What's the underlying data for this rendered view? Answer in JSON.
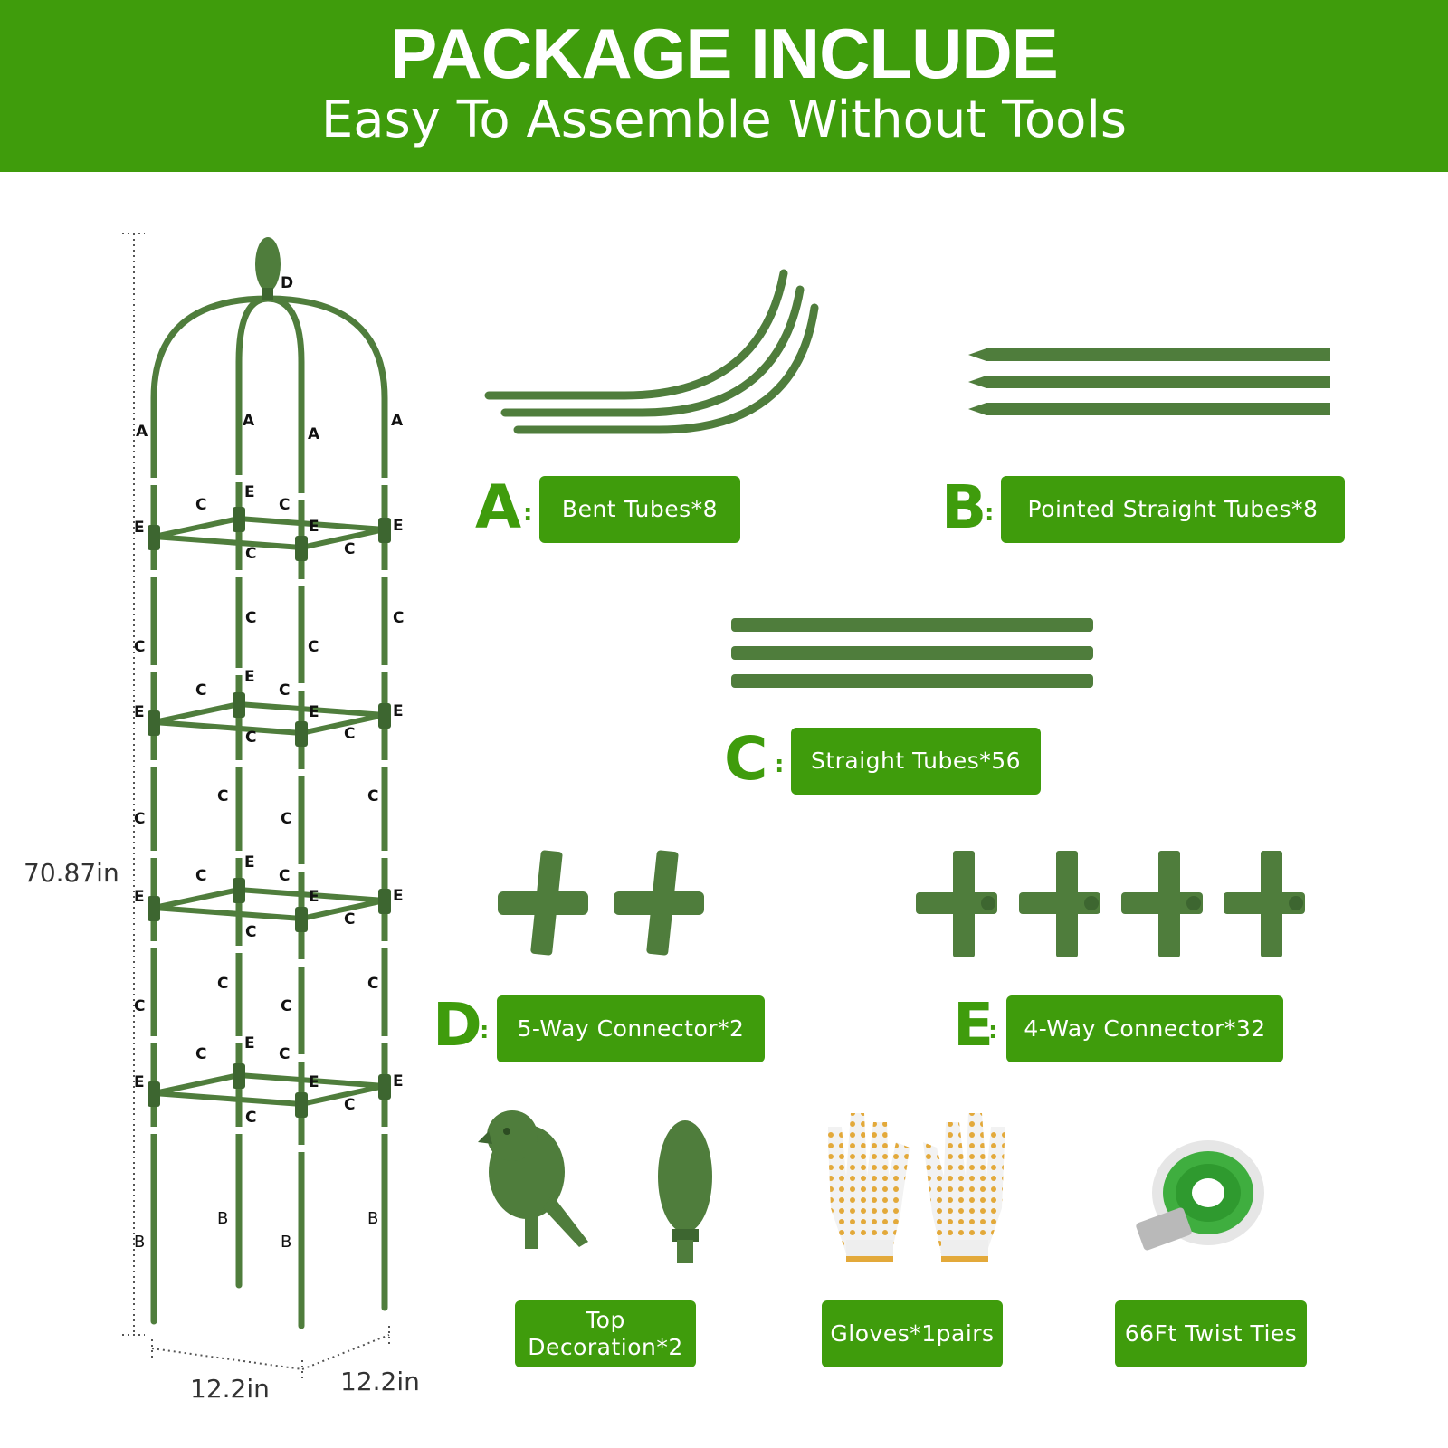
{
  "header": {
    "title": "PACKAGE INCLUDE",
    "subtitle": "Easy To Assemble Without Tools"
  },
  "dimensions": {
    "height": "70.87in",
    "width_left": "12.2in",
    "width_right": "12.2in"
  },
  "diagram_labels": {
    "a": "A",
    "b": "B",
    "c": "C",
    "d": "D",
    "e": "E"
  },
  "parts": [
    {
      "letter": "A",
      "colon": ":",
      "label": "Bent Tubes*8"
    },
    {
      "letter": "B",
      "colon": ":",
      "label": "Pointed Straight Tubes*8"
    },
    {
      "letter": "C",
      "colon": ":",
      "label": "Straight Tubes*56"
    },
    {
      "letter": "D",
      "colon": ":",
      "label": "5-Way Connector*2"
    },
    {
      "letter": "E",
      "colon": ":",
      "label": "4-Way Connector*32"
    }
  ],
  "accessories": [
    {
      "label": "Top Decoration*2"
    },
    {
      "label": "Gloves*1pairs"
    },
    {
      "label": "66Ft Twist Ties"
    }
  ],
  "colors": {
    "brand_green": "#3f9c0c",
    "tube_green": "#4f7d3c",
    "tube_dark": "#3d6630"
  }
}
